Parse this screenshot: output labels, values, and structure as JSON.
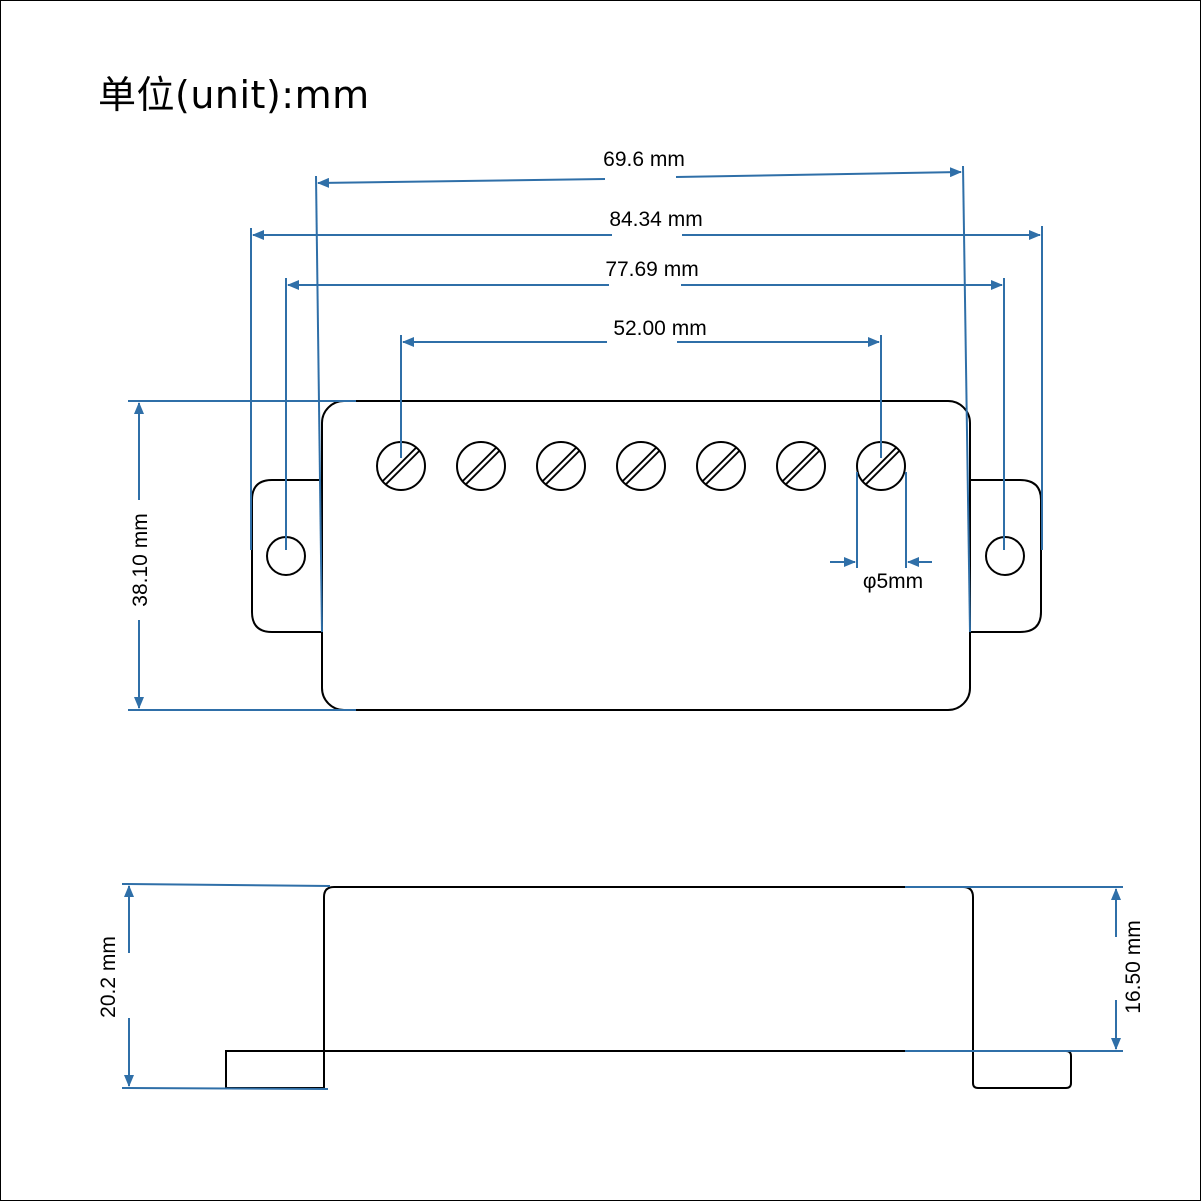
{
  "title": "单位(unit):mm",
  "colors": {
    "dimension": "#2f6fa8",
    "outline": "#000000",
    "background": "#ffffff"
  },
  "top_view": {
    "dimensions": {
      "cover_width": "69.6 mm",
      "overall_length": "84.34 mm",
      "mounting_hole_spacing": "77.69 mm",
      "pole_spacing": "52.00 mm",
      "height": "38.10 mm",
      "pole_diameter": "φ5mm"
    },
    "pole_count": 7,
    "mounting_holes": 2
  },
  "side_view": {
    "dimensions": {
      "total_height": "20.2 mm",
      "cover_height": "16.50 mm"
    }
  }
}
